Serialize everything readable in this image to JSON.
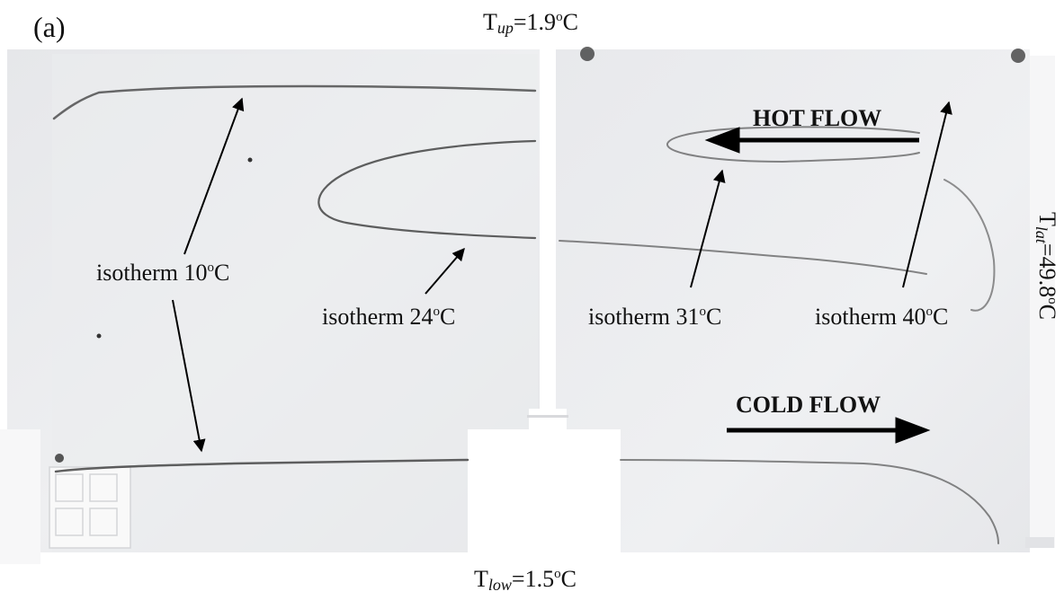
{
  "panel_label": "(a)",
  "boundary_temps": {
    "upper": {
      "symbol": "T",
      "subscript": "up",
      "value": "=1.9",
      "degree": "o",
      "unit": "C"
    },
    "lower": {
      "symbol": "T",
      "subscript": "low",
      "value": "=1.5",
      "degree": "o",
      "unit": "C"
    },
    "lateral": {
      "symbol": "T",
      "subscript": "lat",
      "value": "=49.8",
      "degree": "o",
      "unit": "C"
    }
  },
  "isotherms": [
    {
      "text": "isotherm 10",
      "degree": "o",
      "unit": "C"
    },
    {
      "text": "isotherm 24",
      "degree": "o",
      "unit": "C"
    },
    {
      "text": "isotherm 31",
      "degree": "o",
      "unit": "C"
    },
    {
      "text": "isotherm 40",
      "degree": "o",
      "unit": "C"
    }
  ],
  "flows": {
    "hot": "HOT FLOW",
    "cold": "COLD FLOW"
  },
  "colors": {
    "background": "#ffffff",
    "tank_gray": "#e9eaec",
    "isotherm_line": "#3a3a3a",
    "arrow": "#000000"
  }
}
